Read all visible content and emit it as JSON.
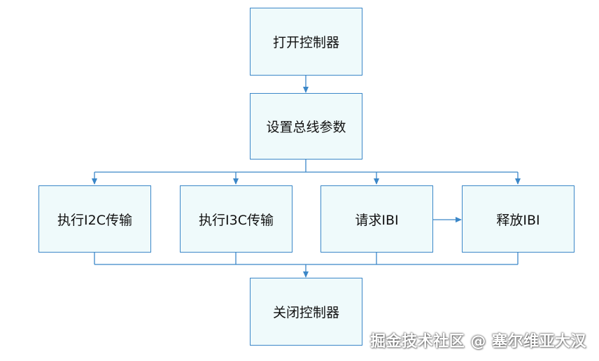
{
  "nodes": {
    "open_controller": "打开控制器",
    "set_bus_params": "设置总线参数",
    "i2c_transfer": "执行I2C传输",
    "i3c_transfer": "执行I3C传输",
    "request_ibi": "请求IBI",
    "release_ibi": "释放IBI",
    "close_controller": "关闭控制器"
  },
  "watermark": "掘金技术社区 @ 塞尔维亚大汉",
  "colors": {
    "box_fill": "#effafb",
    "box_border": "#3b87c8",
    "connector": "#3b87c8",
    "text": "#111111"
  }
}
